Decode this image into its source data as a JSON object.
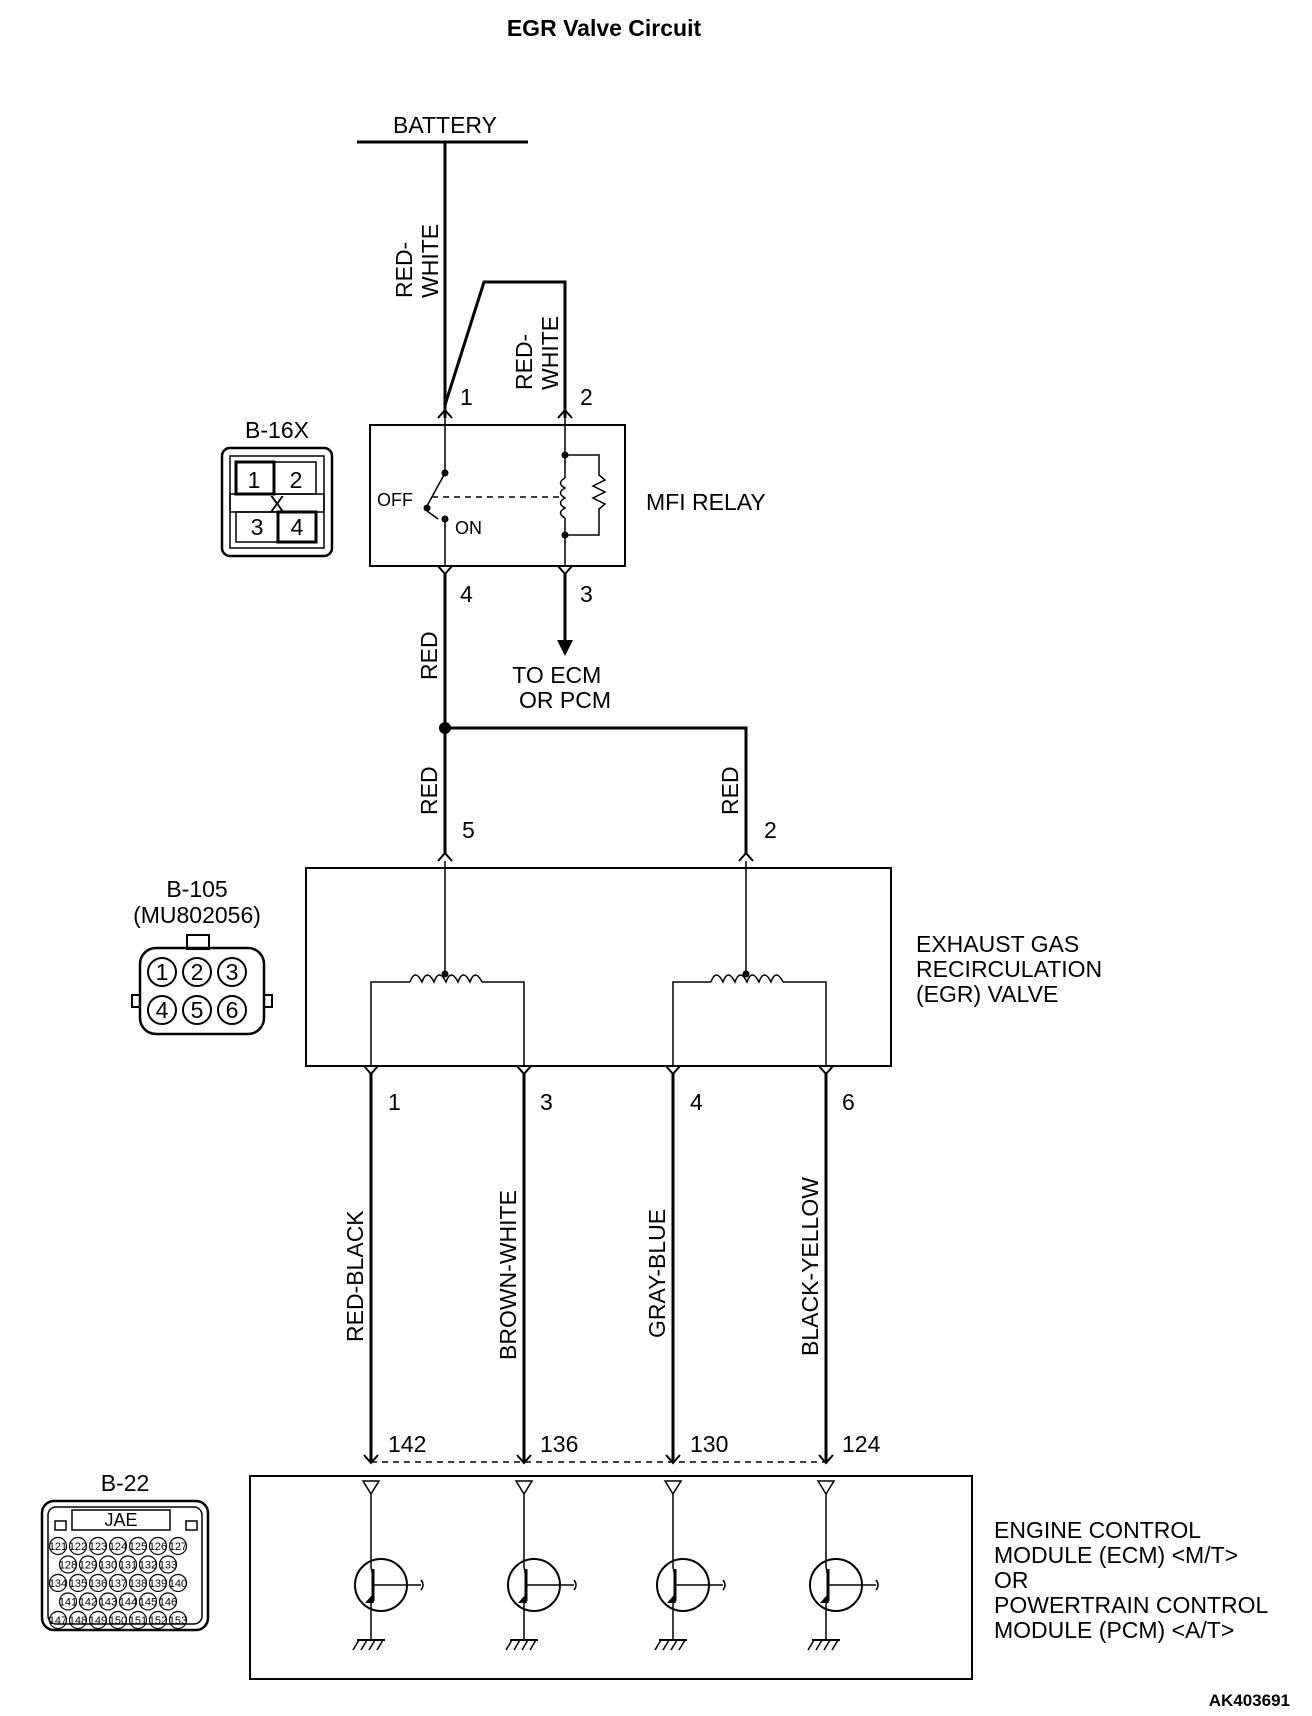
{
  "title": "EGR Valve Circuit",
  "figure_id": "AK403691",
  "battery": {
    "label": "BATTERY"
  },
  "wires": {
    "battery_to_relay1": "RED-\nWHITE",
    "relay2": "RED-\nWHITE",
    "relay4_out": "RED",
    "egr5_in": "RED",
    "egr2_in": "RED",
    "egr1": "RED-BLACK",
    "egr3": "BROWN-WHITE",
    "egr4": "GRAY-BLUE",
    "egr6": "BLACK-YELLOW"
  },
  "relay": {
    "label": "MFI RELAY",
    "switch_off": "OFF",
    "switch_on": "ON",
    "pins": [
      "1",
      "2",
      "4",
      "3"
    ],
    "to_ecm": [
      "TO ECM",
      "OR PCM"
    ]
  },
  "connector_b16x": {
    "name": "B-16X",
    "pins": [
      "1",
      "2",
      "3",
      "4"
    ],
    "mark": "X"
  },
  "connector_b105": {
    "name": "B-105",
    "part": "(MU802056)",
    "pins": [
      "1",
      "2",
      "3",
      "4",
      "5",
      "6"
    ]
  },
  "egr_valve": {
    "label": [
      "EXHAUST GAS",
      "RECIRCULATION",
      "(EGR) VALVE"
    ],
    "top_pins": [
      "5",
      "2"
    ],
    "bottom_pins": [
      "1",
      "3",
      "4",
      "6"
    ]
  },
  "ecm": {
    "label": [
      "ENGINE CONTROL",
      "MODULE (ECM) <M/T>",
      "OR",
      "POWERTRAIN CONTROL",
      "MODULE (PCM) <A/T>"
    ],
    "pins": [
      "142",
      "136",
      "130",
      "124"
    ]
  },
  "connector_b22": {
    "name": "B-22",
    "maker": "JAE",
    "rows": [
      [
        "121",
        "122",
        "123",
        "124",
        "125",
        "126",
        "127"
      ],
      [
        "128",
        "129",
        "130",
        "131",
        "132",
        "133"
      ],
      [
        "134",
        "135",
        "136",
        "137",
        "138",
        "139",
        "140"
      ],
      [
        "141",
        "142",
        "143",
        "144",
        "145",
        "146"
      ],
      [
        "147",
        "148",
        "149",
        "150",
        "151",
        "152",
        "153"
      ]
    ]
  }
}
